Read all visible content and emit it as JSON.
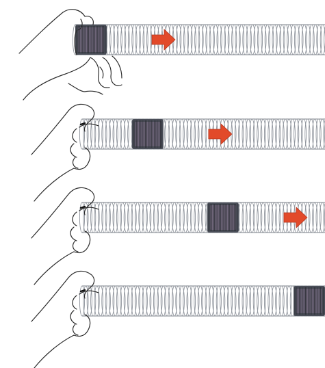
{
  "figure": {
    "colors": {
      "background": "#ffffff",
      "coil_stroke": "#8f949c",
      "coil_edge": "#7b8088",
      "compression": "#4a4e58",
      "compression_core": "#7a6f86",
      "arrow": "#e24a2a",
      "hand_stroke": "#2b2b2b"
    },
    "panels": [
      {
        "name": "panel-1",
        "pulse_position": 0.06,
        "has_arrow": true,
        "hand": "grip-pinch"
      },
      {
        "name": "panel-2",
        "pulse_position": 0.27,
        "has_arrow": true,
        "hand": "fist"
      },
      {
        "name": "panel-3",
        "pulse_position": 0.58,
        "has_arrow": true,
        "hand": "fist"
      },
      {
        "name": "panel-4",
        "pulse_position": 0.94,
        "has_arrow": false,
        "hand": "fist"
      }
    ],
    "icons": {
      "hand": "hand-icon",
      "arrow": "arrow-right-icon",
      "pulse": "compression-pulse"
    }
  }
}
